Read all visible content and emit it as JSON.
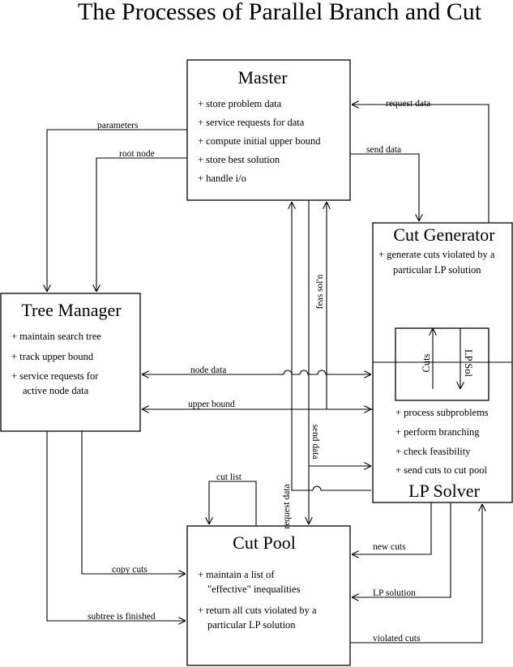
{
  "title": "The Processes of Parallel Branch and Cut",
  "master": {
    "title": "Master",
    "items": [
      "+ store problem data",
      "+ service requests for data",
      "+ compute initial upper bound",
      "+ store best solution",
      "+ handle i/o"
    ]
  },
  "cut_generator": {
    "title": "Cut Generator",
    "items": [
      "+ generate cuts violated by a",
      "particular LP solution"
    ]
  },
  "tree_manager": {
    "title": "Tree Manager",
    "items": [
      "+ maintain search tree",
      "+ track upper bound",
      "+ service requests for",
      "active node data"
    ]
  },
  "lp_solver": {
    "title": "LP Solver",
    "items": [
      "+ process subproblems",
      "+ perform branching",
      "+ check feasibility",
      "+ send cuts to cut pool"
    ]
  },
  "cut_pool": {
    "title": "Cut Pool",
    "items": [
      "+ maintain a list of",
      "\"effective\" inequalities",
      "+ return all cuts violated by a",
      "particular LP solution"
    ]
  },
  "inner": {
    "cuts": "Cuts",
    "lp_sol": "LP Sol"
  },
  "edges": {
    "parameters": "parameters",
    "root_node": "root node",
    "request_data_top": "request data",
    "send_data_top": "send data",
    "feas_soln": "feas sol'n",
    "node_data": "node data",
    "upper_bound": "upper bound",
    "request_data_vert": "request data",
    "send_data_vert": "send data",
    "cut_list": "cut list",
    "copy_cuts": "copy cuts",
    "subtree_finished": "subtree is finished",
    "new_cuts": "new cuts",
    "lp_solution": "LP solution",
    "violated_cuts": "violated cuts"
  }
}
